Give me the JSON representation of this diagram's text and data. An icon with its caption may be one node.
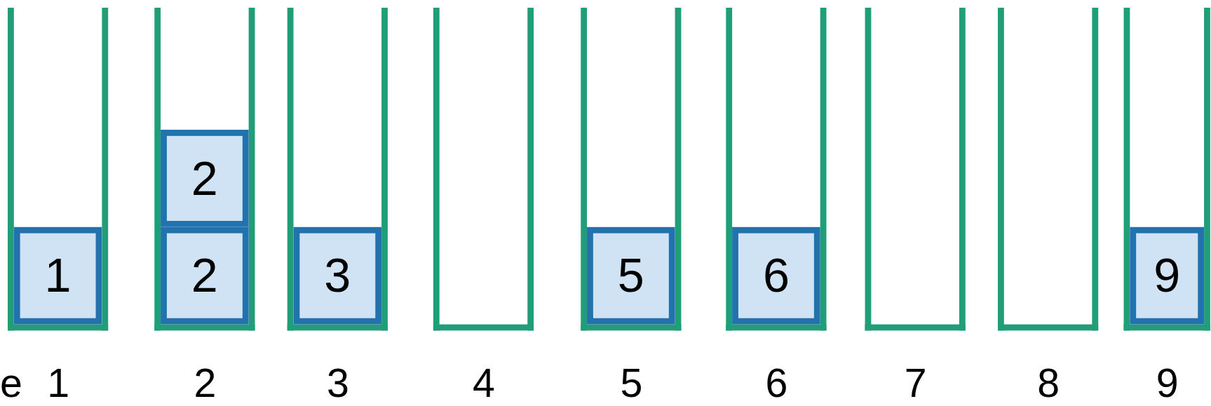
{
  "diagram": {
    "nodes": [
      {
        "text": [],
        "shape": "box",
        "beside": [
          "1"
        ]
      },
      {
        "text": [
          "1"
        ],
        "in": 0
      },
      {
        "text": [],
        "shape": "box",
        "beside": [
          "2"
        ]
      },
      {
        "text": [
          "2"
        ],
        "in": 2
      },
      {
        "text": [
          "2"
        ],
        "in": 2
      },
      {
        "text": [],
        "shape": "box",
        "beside": [
          "3"
        ]
      },
      {
        "text": [
          "3"
        ],
        "in": 5
      },
      {
        "text": [],
        "shape": "box",
        "beside": [
          "4"
        ]
      },
      {
        "text": [],
        "shape": "box",
        "beside": [
          "5"
        ]
      },
      {
        "text": [
          "5"
        ],
        "in": 8
      },
      {
        "text": [],
        "shape": "box",
        "beside": [
          "6"
        ]
      },
      {
        "text": [
          "6"
        ],
        "in": 10
      },
      {
        "text": [],
        "shape": "box",
        "beside": [
          "7"
        ]
      },
      {
        "text": [],
        "shape": "box",
        "beside": [
          "8"
        ]
      },
      {
        "text": [],
        "shape": "box",
        "beside": [
          "9"
        ]
      },
      {
        "text": [
          "9"
        ],
        "in": 14
      }
    ],
    "labels": [
      "e"
    ]
  }
}
